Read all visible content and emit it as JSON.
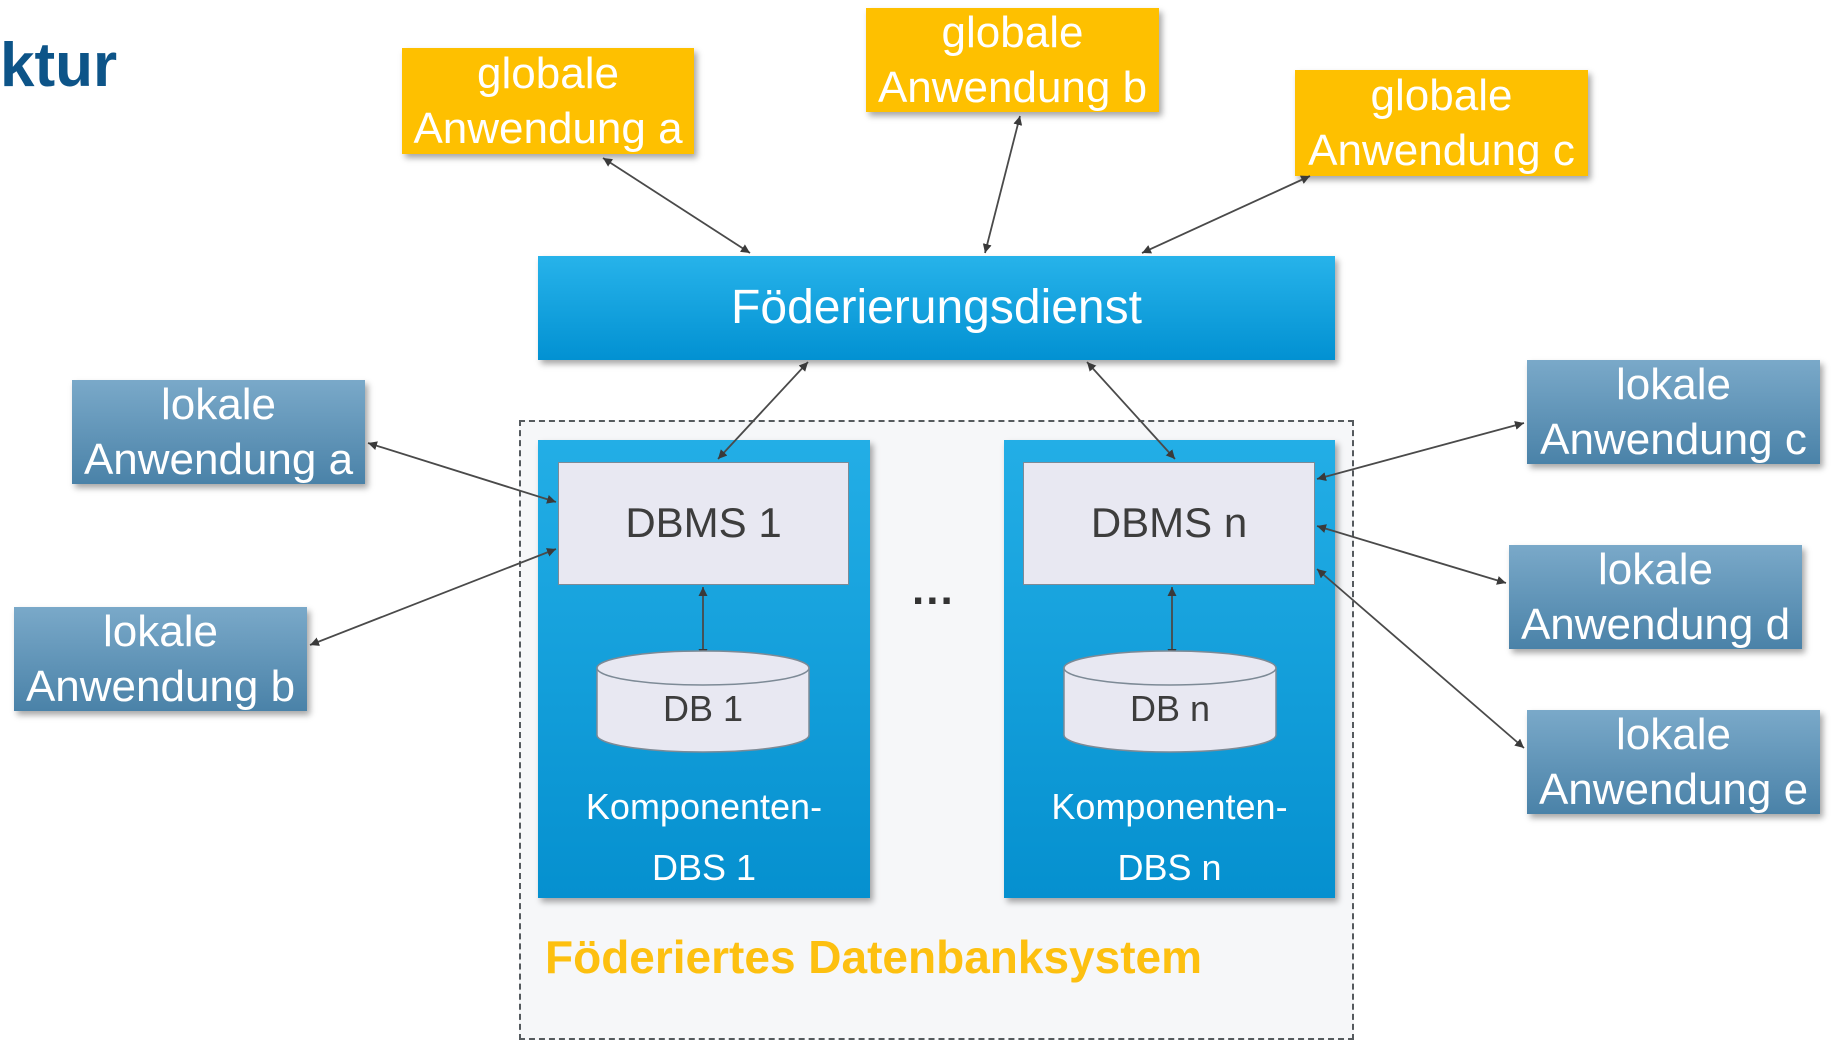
{
  "title": "ktur",
  "global_apps": [
    {
      "label": "globale\nAnwendung a"
    },
    {
      "label": "globale\nAnwendung b"
    },
    {
      "label": "globale\nAnwendung c"
    }
  ],
  "federation_service": {
    "label": "Föderierungsdienst"
  },
  "federated_system": {
    "label": "Föderiertes Datenbanksystem"
  },
  "components": [
    {
      "dbms": "DBMS 1",
      "db": "DB 1",
      "label": "Komponenten-\nDBS 1"
    },
    {
      "dbms": "DBMS n",
      "db": "DB n",
      "label": "Komponenten-\nDBS n"
    }
  ],
  "ellipsis": "...",
  "local_apps": [
    {
      "label": "lokale\nAnwendung a"
    },
    {
      "label": "lokale\nAnwendung b"
    },
    {
      "label": "lokale\nAnwendung c"
    },
    {
      "label": "lokale\nAnwendung d"
    },
    {
      "label": "lokale\nAnwendung e"
    }
  ],
  "colors": {
    "global_app": "#fec000",
    "local_app": "#5b8fb4",
    "service": "#0aa0de",
    "component": "#1aa3df",
    "dbms": "#e8e8f2",
    "federated_label": "#fdc010",
    "title": "#0d5488"
  }
}
